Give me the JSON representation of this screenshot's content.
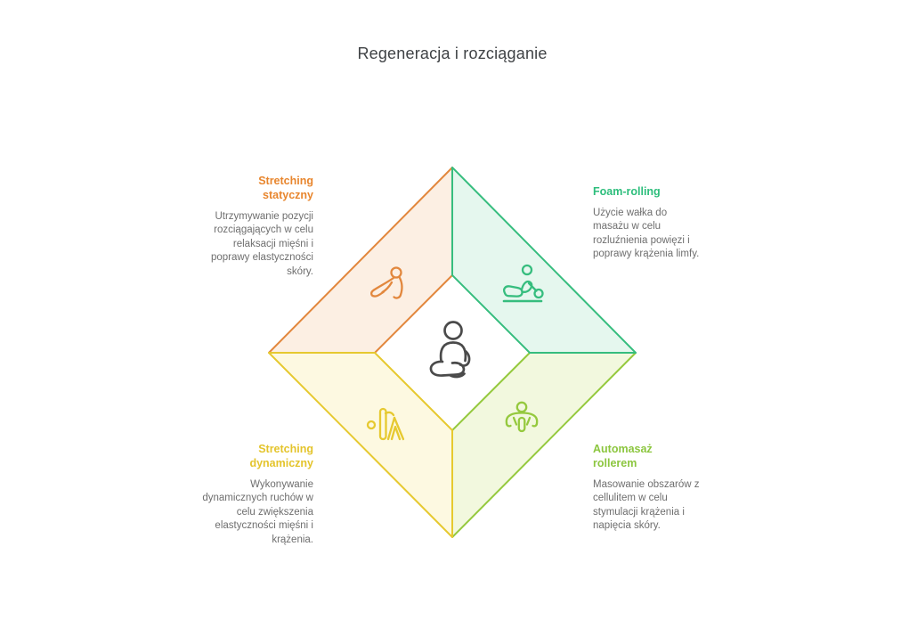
{
  "title": "Regeneracja i rozciąganie",
  "center": {
    "icon": "meditation-icon",
    "color": "#4A4A4A"
  },
  "quadrants": [
    {
      "key": "static-stretching",
      "label": "Stretching statyczny",
      "description": "Utrzymywanie pozycji rozciągających w celu relaksacji mięśni i poprawy elastyczności skóry.",
      "accent": "#E8862E",
      "stroke": "#E2873D",
      "fill": "#FCEFE3",
      "icon": "static-stretch-icon"
    },
    {
      "key": "foam-rolling",
      "label": "Foam-rolling",
      "description": "Użycie wałka do masażu w celu rozluźnienia powięzi i poprawy krążenia limfy.",
      "accent": "#2DBE7C",
      "stroke": "#36BD7E",
      "fill": "#E5F7EE",
      "icon": "foam-rolling-icon"
    },
    {
      "key": "dynamic-stretching",
      "label": "Stretching dynamiczny",
      "description": "Wykonywanie dynamicznych ruchów w celu zwiększenia elastyczności mięśni i krążenia.",
      "accent": "#E4C42C",
      "stroke": "#E6C930",
      "fill": "#FDF9E1",
      "icon": "dynamic-stretch-icon"
    },
    {
      "key": "self-massage-roller",
      "label": "Automasaż rollerem",
      "description": "Masowanie obszarów z cellulitem w celu stymulacji krążenia i napięcia skóry.",
      "accent": "#8CC63F",
      "stroke": "#95C93E",
      "fill": "#F2F8DE",
      "icon": "self-massage-icon"
    }
  ]
}
